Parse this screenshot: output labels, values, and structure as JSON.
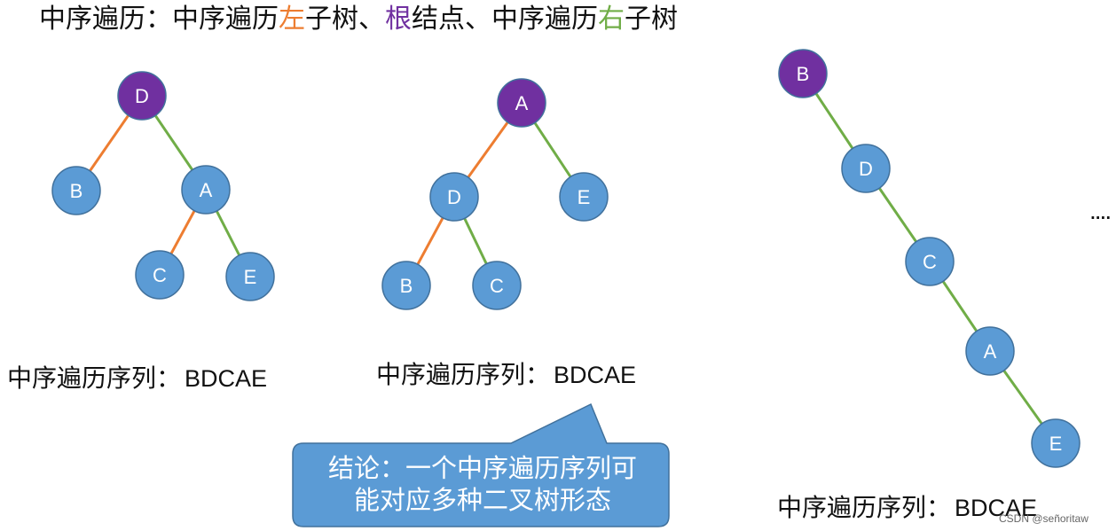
{
  "title": {
    "part1": "中序遍历：中序遍历",
    "left": "左",
    "part2": "子树、",
    "root": "根",
    "part3": "结点、中序遍历",
    "right": "右",
    "part4": "子树"
  },
  "colors": {
    "left": "#ed7d31",
    "root": "#7030a0",
    "right": "#70ad47",
    "node": "#5b9bd5",
    "root_node": "#7030a0",
    "callout": "#5b9bd5"
  },
  "trees": [
    {
      "nodes": [
        {
          "id": "t1-D",
          "label": "D",
          "root": true
        },
        {
          "id": "t1-B",
          "label": "B"
        },
        {
          "id": "t1-A",
          "label": "A"
        },
        {
          "id": "t1-C",
          "label": "C"
        },
        {
          "id": "t1-E",
          "label": "E"
        }
      ],
      "sequence_label": "中序遍历序列：",
      "sequence_value": "BDCAE"
    },
    {
      "nodes": [
        {
          "id": "t2-A",
          "label": "A",
          "root": true
        },
        {
          "id": "t2-D",
          "label": "D"
        },
        {
          "id": "t2-E",
          "label": "E"
        },
        {
          "id": "t2-B",
          "label": "B"
        },
        {
          "id": "t2-C",
          "label": "C"
        }
      ],
      "sequence_label": "中序遍历序列：",
      "sequence_value": "BDCAE"
    },
    {
      "nodes": [
        {
          "id": "t3-B",
          "label": "B",
          "root": true
        },
        {
          "id": "t3-D",
          "label": "D"
        },
        {
          "id": "t3-C",
          "label": "C"
        },
        {
          "id": "t3-A",
          "label": "A"
        },
        {
          "id": "t3-E",
          "label": "E"
        }
      ],
      "sequence_label": "中序遍历序列：",
      "sequence_value": "BDCAE"
    }
  ],
  "ellipsis": "....",
  "callout": {
    "line1": "结论：一个中序遍历序列可",
    "line2": "能对应多种二叉树形态"
  },
  "credit": "CSDN @señoritaw"
}
